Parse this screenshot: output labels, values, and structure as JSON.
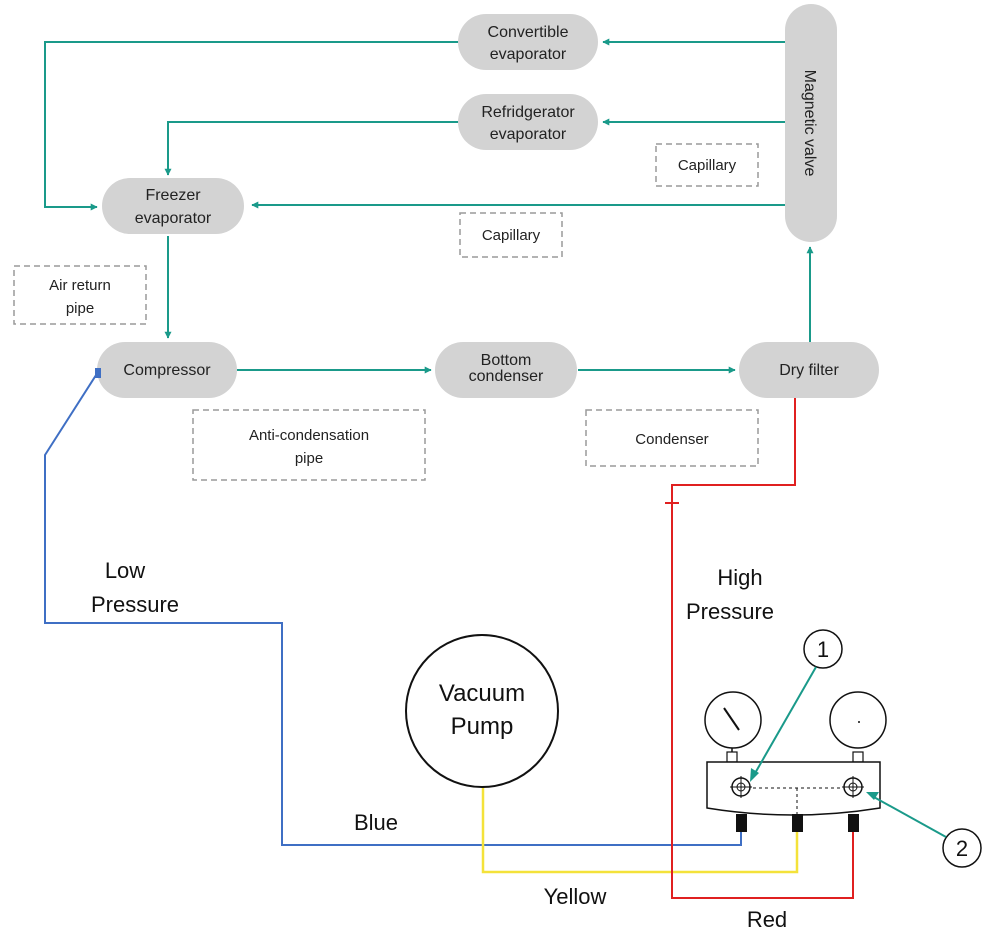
{
  "nodes": {
    "convertible": [
      "Convertible",
      "evaporator"
    ],
    "refrigerator": [
      "Refridgerator",
      "evaporator"
    ],
    "freezer": [
      "Freezer",
      "evaporator"
    ],
    "compressor": "Compressor",
    "bottom_condenser": [
      "Bottom",
      "condenser"
    ],
    "dry_filter": "Dry filter",
    "magnetic_valve": "Magnetic valve"
  },
  "pipe_labels": {
    "capillary_1": "Capillary",
    "capillary_2": "Capillary",
    "air_return": [
      "Air return",
      "pipe"
    ],
    "anti_condensation": [
      "Anti-condensation",
      "pipe"
    ],
    "condenser": "Condenser"
  },
  "pressure_labels": {
    "low": [
      "Low",
      "Pressure"
    ],
    "high": [
      "High",
      "Pressure"
    ]
  },
  "hose_labels": {
    "blue": "Blue",
    "yellow": "Yellow",
    "red": "Red"
  },
  "vacuum_pump": [
    "Vacuum",
    "Pump"
  ],
  "markers": {
    "one": "1",
    "two": "2"
  },
  "colors": {
    "flow": "#1a9a8a",
    "node_fill": "#d3d3d3",
    "low_hose": "#3f6fc4",
    "high_hose": "#e02020",
    "yellow_hose": "#f4e23a"
  },
  "icons": {
    "left_gauge": "pressure-gauge-icon",
    "right_gauge": "pressure-gauge-icon",
    "valve_knob": "valve-knob-icon"
  }
}
